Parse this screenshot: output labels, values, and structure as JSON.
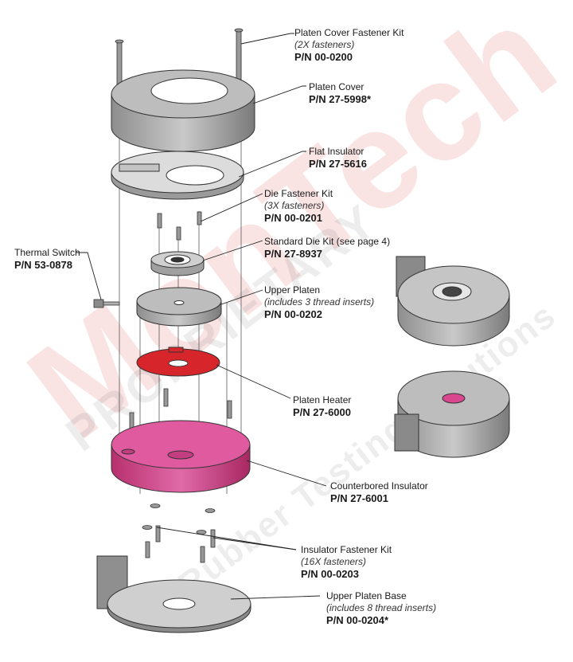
{
  "watermark": {
    "main": "MonTech",
    "stamp": "PROPRIETARY",
    "tagline": "Rubber Testing Solutions"
  },
  "colors": {
    "line": "#2a2a2a",
    "part_gray": "#b8b8b8",
    "heater_red": "#d7262b",
    "insulator_pink": "#d9488f"
  },
  "callouts": [
    {
      "id": "platen-cover-fastener-kit",
      "name": "Platen Cover Fastener Kit",
      "note": "(2X fasteners)",
      "pn": "P/N 00-0200"
    },
    {
      "id": "platen-cover",
      "name": "Platen Cover",
      "note": "",
      "pn": "P/N 27-5998*"
    },
    {
      "id": "flat-insulator",
      "name": "Flat Insulator",
      "note": "",
      "pn": "P/N 27-5616"
    },
    {
      "id": "die-fastener-kit",
      "name": "Die Fastener Kit",
      "note": "(3X fasteners)",
      "pn": "P/N 00-0201"
    },
    {
      "id": "standard-die-kit",
      "name": "Standard Die Kit (see page 4)",
      "note": "",
      "pn": "P/N 27-8937"
    },
    {
      "id": "upper-platen",
      "name": "Upper Platen",
      "note": "(includes 3 thread inserts)",
      "pn": "P/N 00-0202"
    },
    {
      "id": "thermal-switch",
      "name": "Thermal Switch",
      "note": "",
      "pn": "P/N 53-0878"
    },
    {
      "id": "platen-heater",
      "name": "Platen Heater",
      "note": "",
      "pn": "P/N 27-6000"
    },
    {
      "id": "counterbored-insulator",
      "name": "Counterbored Insulator",
      "note": "",
      "pn": "P/N 27-6001"
    },
    {
      "id": "insulator-fastener-kit",
      "name": "Insulator Fastener Kit",
      "note": "(16X fasteners)",
      "pn": "P/N 00-0203"
    },
    {
      "id": "upper-platen-base",
      "name": "Upper Platen Base",
      "note": "(includes 8 thread inserts)",
      "pn": "P/N 00-0204*"
    }
  ]
}
